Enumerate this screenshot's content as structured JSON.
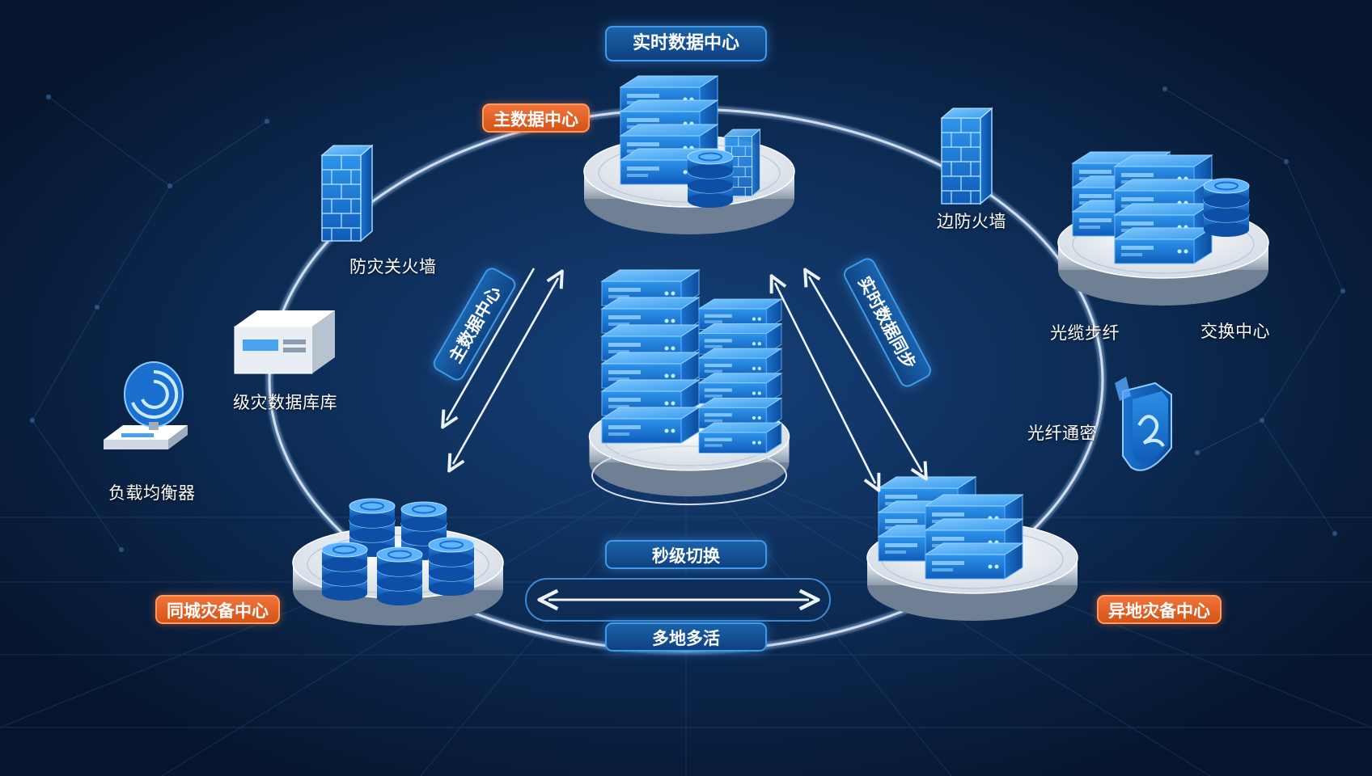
{
  "labels": {
    "top_title": "实时数据中心",
    "main_dc": "主数据中心",
    "firewall_left": "防灾关火墙",
    "firewall_right": "边防火墙",
    "disaster_db": "级灾数据库库",
    "load_balancer": "负载均衡器",
    "fiber_sync": "光缆步纤",
    "exchange_center": "交换中心",
    "fiber_channel": "光纤通密",
    "city_backup": "同城灾备中心",
    "remote_backup": "异地灾备中心",
    "second_switch": "秒级切换",
    "multi_active": "多地多活",
    "left_ribbon": "主数据中心",
    "right_ribbon": "实时数据同步"
  },
  "colors": {
    "background": "#0a1f3d",
    "accent_blue": "#2f8fe0",
    "accent_orange": "#e8632a"
  }
}
